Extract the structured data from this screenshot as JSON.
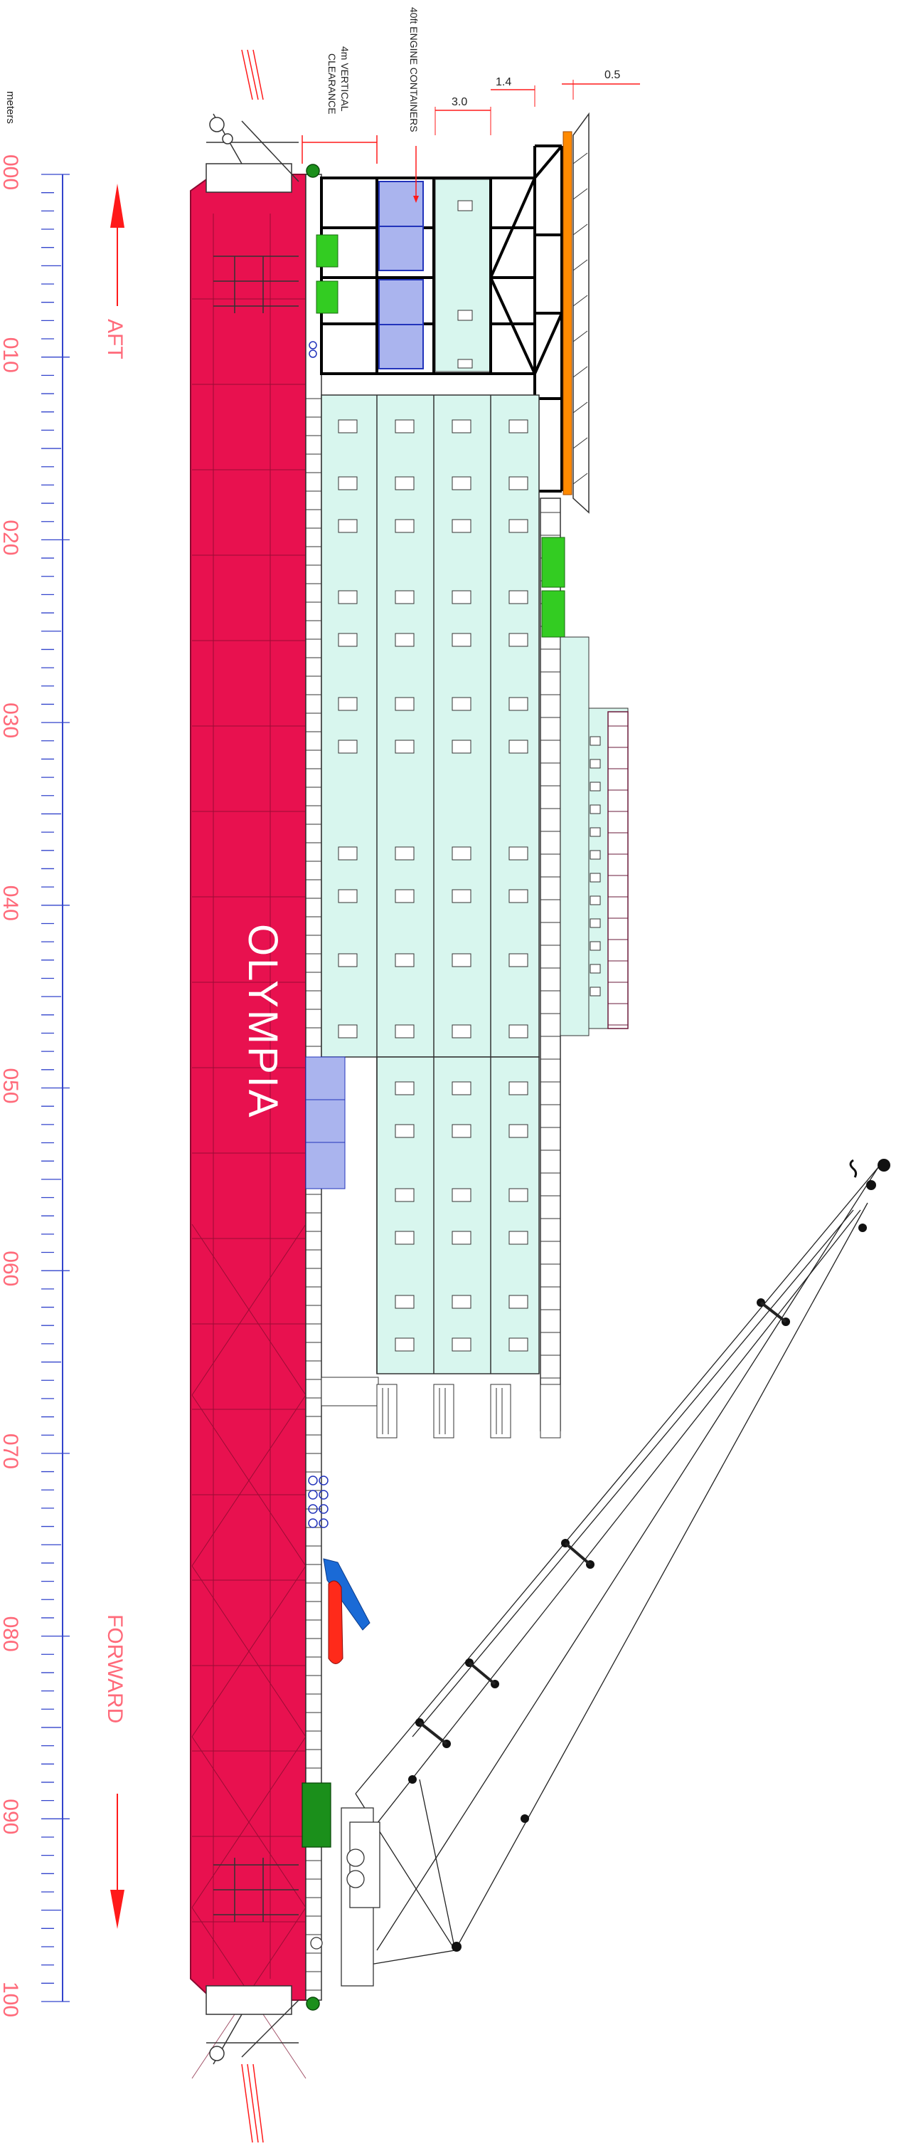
{
  "scale": {
    "unit_label": "meters",
    "ticks": [
      "000",
      "010",
      "020",
      "030",
      "040",
      "050",
      "060",
      "070",
      "080",
      "090",
      "100"
    ],
    "tick_values": [
      0,
      10,
      20,
      30,
      40,
      50,
      60,
      70,
      80,
      90,
      100
    ]
  },
  "directions": {
    "aft": "AFT",
    "forward": "FORWARD"
  },
  "vessel": {
    "name": "OLYMPIA",
    "hull_color": "#e8114f"
  },
  "annotations": {
    "engine_containers": "40ft ENGINE CONTAINERS",
    "vertical_clearance_line1": "4m VERTICAL",
    "vertical_clearance_line2": "CLEARANCE",
    "dim_3_0": "3.0",
    "dim_1_4": "1.4",
    "dim_0_5": "0.5"
  },
  "colors": {
    "scale": "#3344cc",
    "scale_text": "#ff6a7a",
    "arrow": "#ff1a1a",
    "container_fill": "#d8f6ee",
    "engine_container_fill": "#aab4ee",
    "accent_orange": "#ff8a00",
    "accent_green": "#33cc22",
    "crane": "#222222"
  }
}
